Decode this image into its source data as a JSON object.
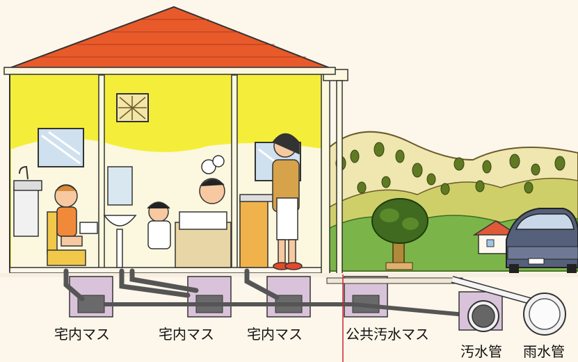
{
  "labels": {
    "house_basin_1": "宅内マス",
    "house_basin_2": "宅内マス",
    "house_basin_3": "宅内マス",
    "public_basin": "公共汚水マス",
    "sewage_pipe": "汚水管",
    "storm_pipe": "雨水管"
  },
  "colors": {
    "roof": "#e85a2a",
    "wall": "#f4ee3a",
    "hill": "#d8cf7a",
    "pipe": "#555555",
    "basin": "#d9c3da",
    "boundary_line": "#cc2233"
  }
}
